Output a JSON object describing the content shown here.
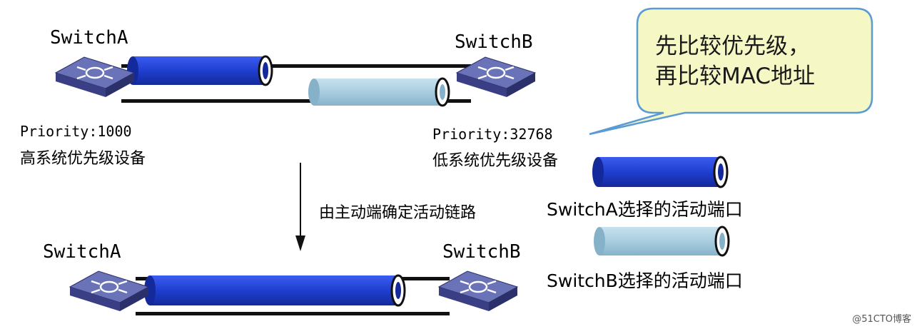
{
  "top": {
    "switch_a": {
      "label": "SwitchA",
      "priority": "Priority:1000",
      "desc": "高系统优先级设备"
    },
    "switch_b": {
      "label": "SwitchB",
      "priority": "Priority:32768",
      "desc": "低系统优先级设备"
    }
  },
  "arrow_label": "由主动端确定活动链路",
  "bottom": {
    "switch_a": {
      "label": "SwitchA"
    },
    "switch_b": {
      "label": "SwitchB"
    }
  },
  "callout": {
    "line1": "先比较优先级，",
    "line2": "再比较MAC地址"
  },
  "legend": [
    {
      "label": "SwitchA选择的活动端口",
      "color": "#1f3fcf"
    },
    {
      "label": "SwitchB选择的活动端口",
      "color": "#a9cde0"
    }
  ],
  "colors": {
    "switch_top": "#6b73b8",
    "switch_side": "#3a3f85",
    "callout_fill": "#f5f7c4",
    "callout_border": "#5b9bd5"
  },
  "watermark": "@51CTO博客"
}
